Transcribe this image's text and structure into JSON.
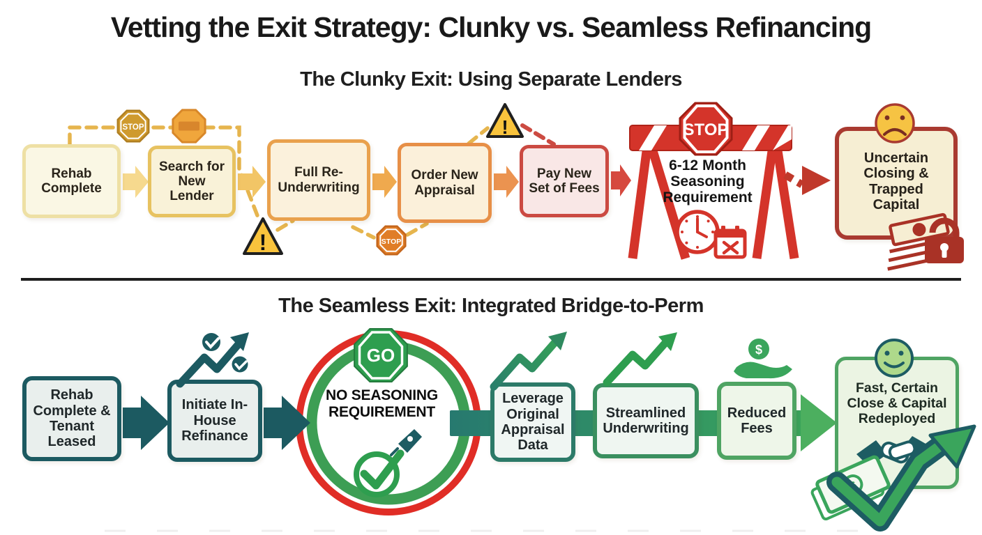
{
  "title": "Vetting the Exit Strategy: Clunky vs. Seamless Refinancing",
  "clunky": {
    "subtitle": "The Clunky Exit: Using Separate Lenders",
    "steps": [
      "Rehab Complete",
      "Search for New Lender",
      "Full Re-Underwriting",
      "Order New Appraisal",
      "Pay New Set of Fees"
    ],
    "barrier_label": "6-12 Month Seasoning Requirement",
    "outcome": "Uncertain Closing & Trapped Capital"
  },
  "seamless": {
    "subtitle": "The Seamless Exit: Integrated Bridge-to-Perm",
    "steps": [
      "Rehab Complete & Tenant Leased",
      "Initiate In-House Refinance"
    ],
    "hub_label": "NO SEASONING REQUIREMENT",
    "steps_after": [
      "Leverage Original Appraisal Data",
      "Streamlined Underwriting",
      "Reduced Fees"
    ],
    "outcome": "Fast, Certain Close & Capital Redeployed"
  },
  "signs": {
    "stop": "STOP",
    "go": "GO",
    "warning": "!",
    "dollar": "$"
  },
  "colors": {
    "clunky_red": "#d4342a",
    "clunky_gold": "#e6b54e",
    "seamless_teal": "#1c5a61",
    "seamless_green": "#3aa55c",
    "go_green": "#2e9e4f",
    "ring_red": "#e02d26"
  }
}
